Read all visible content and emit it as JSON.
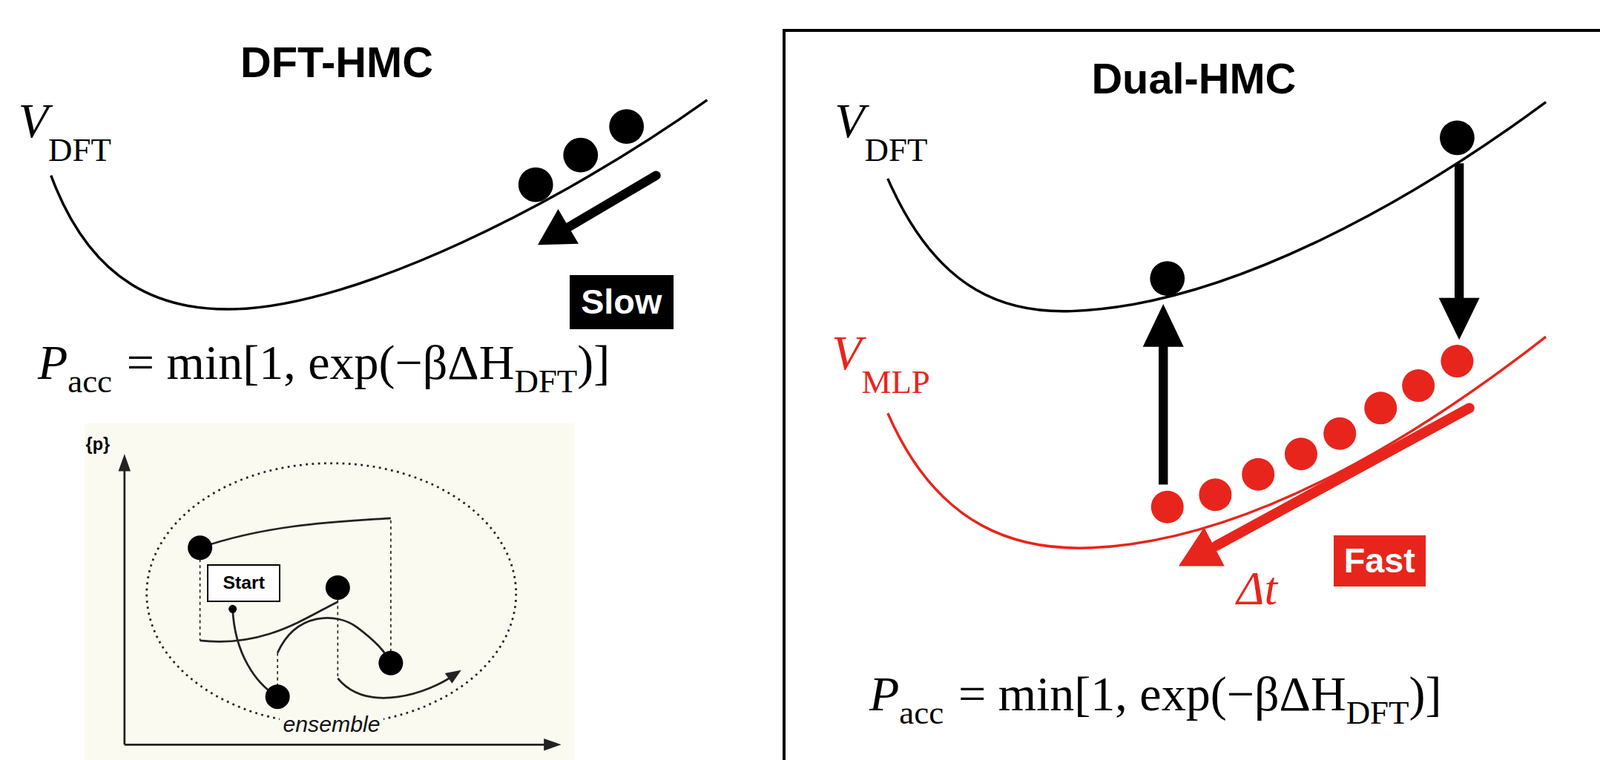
{
  "diagram": {
    "nodes": [
      {
        "text": [
          "Slow"
        ]
      },
      {
        "text": [
          "ensemble"
        ]
      },
      {
        "text": [
          "Start"
        ],
        "in": 1
      },
      {
        "text": [
          "Dual-HMC"
        ]
      },
      {
        "text": [
          "Fast"
        ],
        "in": 3
      }
    ],
    "labels": [
      "DFT-HMC",
      "V",
      "DFT",
      "P",
      "acc",
      "= min[1, exp(−βΔH",
      "DFT",
      ")]",
      "{p}",
      "V",
      "DFT",
      "V",
      "MLP",
      "Δt",
      "P",
      "acc",
      "= min[1, exp(−βΔH",
      "DFT",
      ")]"
    ]
  }
}
